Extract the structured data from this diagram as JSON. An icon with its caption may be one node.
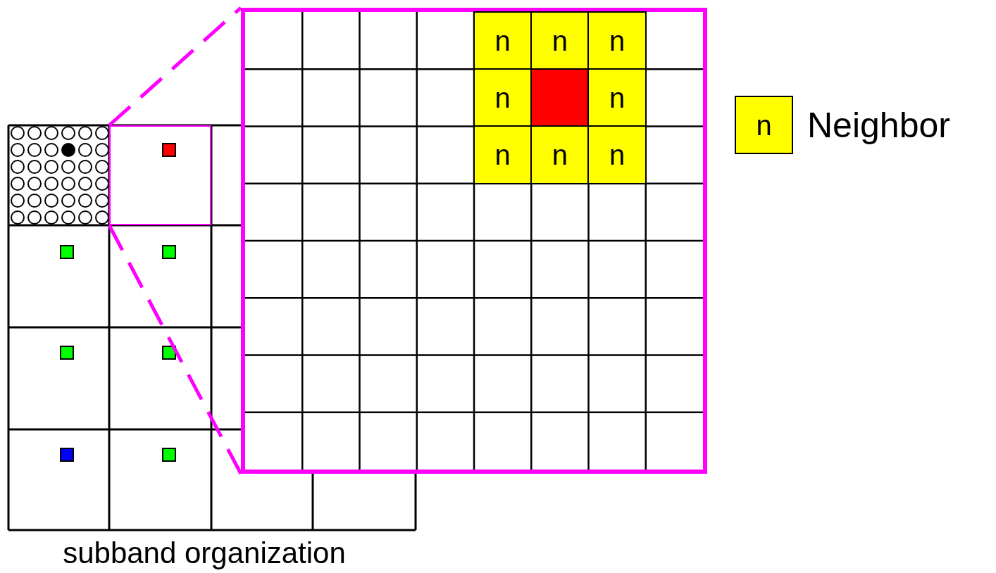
{
  "diagram": {
    "caption": "subband organization",
    "nodes": [
      {
        "text": [],
        "shape": "box"
      },
      {
        "text": [],
        "shape": "box"
      },
      {
        "text": [
          "n"
        ],
        "in": 1
      },
      {
        "text": [
          "n"
        ],
        "in": 1
      },
      {
        "text": [
          "n"
        ],
        "in": 1
      },
      {
        "text": [
          "n"
        ],
        "in": 1
      },
      {
        "text": [],
        "shape": "box",
        "in": 1
      },
      {
        "text": [
          "n"
        ],
        "in": 1
      },
      {
        "text": [
          "n"
        ],
        "in": 1
      },
      {
        "text": [
          "n"
        ],
        "in": 1
      },
      {
        "text": [
          "n"
        ],
        "in": 1
      }
    ],
    "edges": [
      {
        "from": 0,
        "to": 1,
        "arrow": "none",
        "style": "dashed",
        "color": "#ff00ff"
      },
      {
        "from": 0,
        "to": 1,
        "arrow": "none",
        "style": "dashed",
        "color": "#ff00ff"
      }
    ],
    "labels": [
      "n"
    ],
    "legend": [
      {
        "text": "Neighbor",
        "color": "#ffff00"
      }
    ]
  }
}
